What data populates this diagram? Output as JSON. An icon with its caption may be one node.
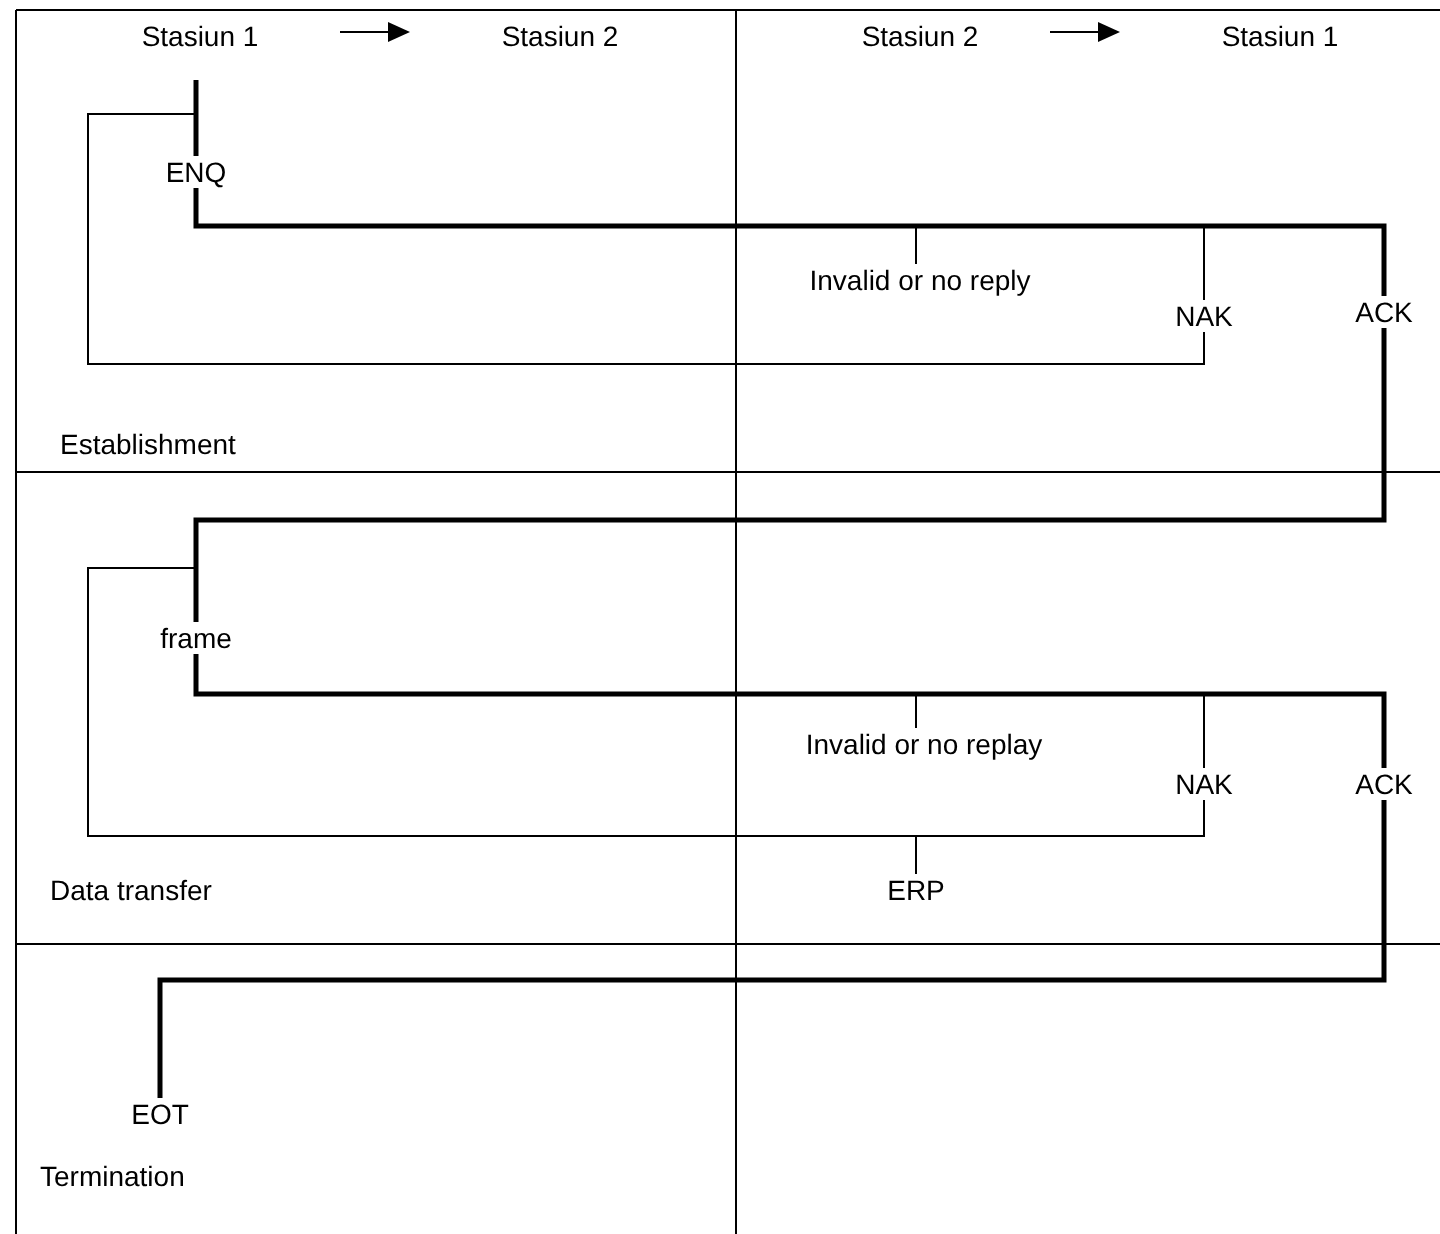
{
  "diagram": {
    "nodes": [
      {
        "text": [
          "ENQ"
        ]
      },
      {
        "text": [
          "Invalid or no reply"
        ]
      },
      {
        "text": [
          "NAK"
        ]
      },
      {
        "text": [
          "ACK"
        ]
      },
      {
        "text": [
          "frame"
        ]
      },
      {
        "text": [
          "Invalid or no replay"
        ]
      },
      {
        "text": [
          "NAK"
        ]
      },
      {
        "text": [
          "ACK"
        ]
      },
      {
        "text": [
          "ERP"
        ]
      },
      {
        "text": [
          "EOT"
        ]
      }
    ],
    "edges": [
      {
        "from": null,
        "to": 0,
        "arrow": "none",
        "style": "thick"
      },
      {
        "from": 0,
        "to": 3,
        "arrow": "none",
        "style": "thick"
      },
      {
        "from": 0,
        "to": 2,
        "arrow": "none"
      },
      {
        "from": 2,
        "to": 0,
        "arrow": "none"
      },
      {
        "from": 1,
        "to": null,
        "arrow": "none"
      },
      {
        "from": 3,
        "to": 4,
        "arrow": "none",
        "style": "thick"
      },
      {
        "from": 4,
        "to": 7,
        "arrow": "none",
        "style": "thick"
      },
      {
        "from": 4,
        "to": 6,
        "arrow": "none"
      },
      {
        "from": 6,
        "to": 4,
        "arrow": "none"
      },
      {
        "from": 5,
        "to": null,
        "arrow": "none"
      },
      {
        "from": 8,
        "to": null,
        "arrow": "none"
      },
      {
        "from": 7,
        "to": 9,
        "arrow": "none",
        "style": "thick"
      }
    ],
    "labels": [
      "Stasiun 1",
      "Stasiun 2",
      "Stasiun 2",
      "Stasiun 1",
      "Establishment",
      "Data transfer",
      "Termination"
    ]
  }
}
